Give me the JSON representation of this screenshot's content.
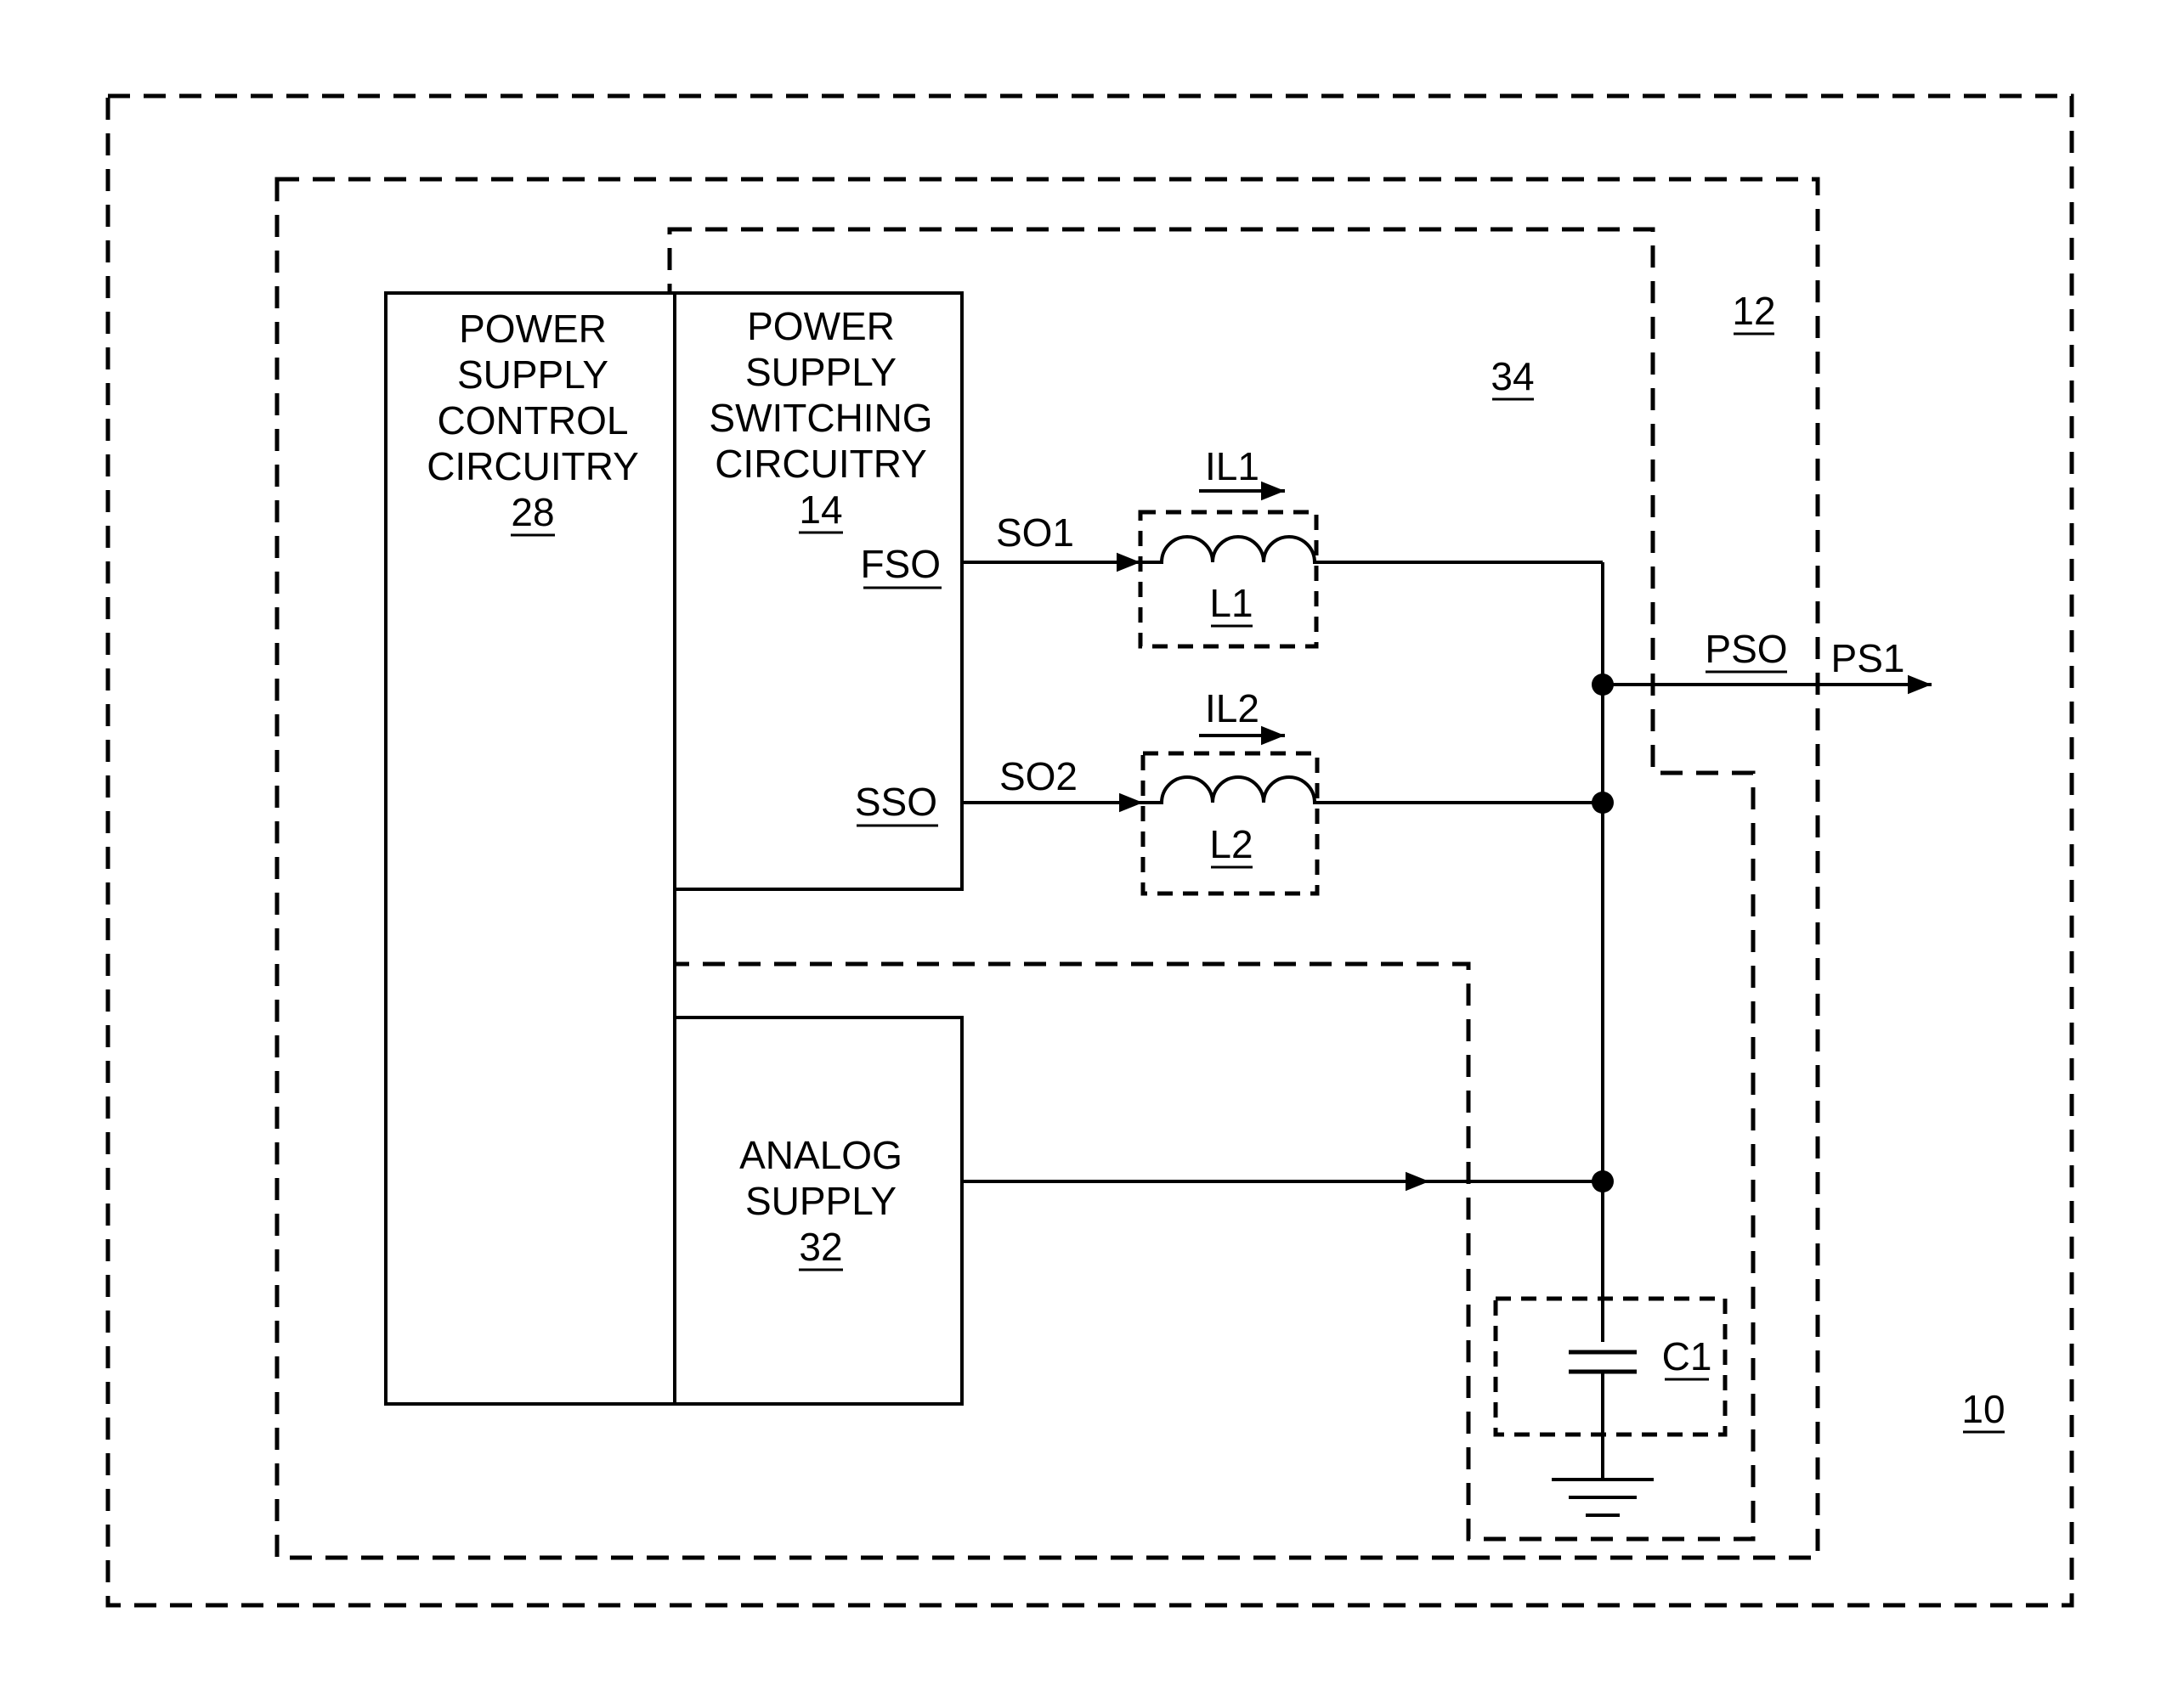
{
  "blocks": {
    "control": {
      "lines": [
        "POWER",
        "SUPPLY",
        "CONTROL",
        "CIRCUITRY"
      ],
      "ref": "28"
    },
    "switching": {
      "lines": [
        "POWER",
        "SUPPLY",
        "SWITCHING",
        "CIRCUITRY"
      ],
      "ref": "14",
      "port1": "FSO",
      "port2": "SSO"
    },
    "analog": {
      "lines": [
        "ANALOG",
        "SUPPLY"
      ],
      "ref": "32"
    }
  },
  "labels": {
    "so1": "SO1",
    "so2": "SO2",
    "il1": "IL1",
    "il2": "IL2",
    "l1": "L1",
    "l2": "L2",
    "c1": "C1",
    "pso": "PSO",
    "ps1": "PS1",
    "ref10": "10",
    "ref12": "12",
    "ref34": "34"
  }
}
